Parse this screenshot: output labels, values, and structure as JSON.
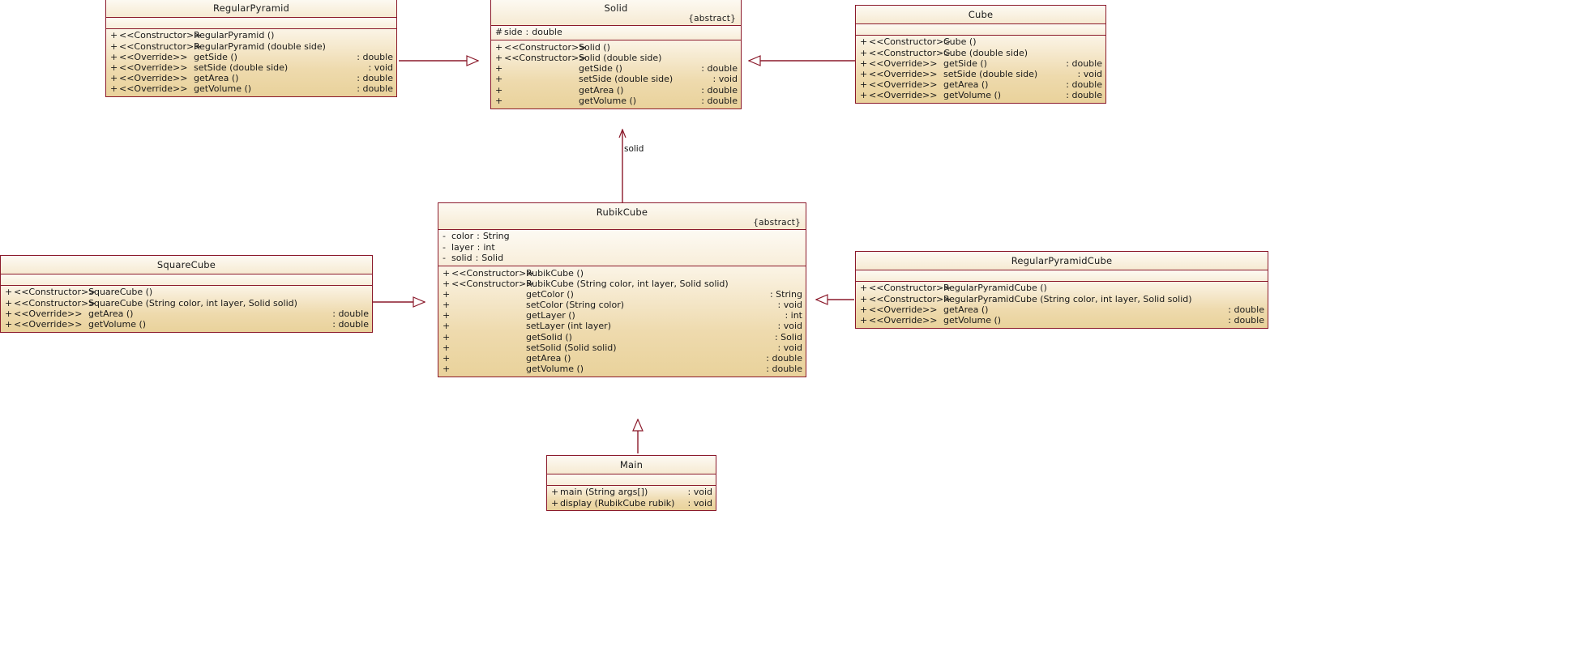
{
  "diagram": {
    "kind": "uml-class-diagram",
    "accent_border": "#8B1A2B",
    "fill_light": "#fdf8ee",
    "fill_dark": "#e9d29b",
    "abstract_marker": "{abstract}",
    "stereotype_constructor": "<<Constructor>>",
    "stereotype_override": "<<Override>>"
  },
  "classes": {
    "regular_pyramid": {
      "name": "RegularPyramid",
      "abstract_marker": "",
      "attributes": [],
      "operations": [
        {
          "vis": "+",
          "stereo": "<<Constructor>>",
          "sig": "RegularPyramid ()",
          "type": ""
        },
        {
          "vis": "+",
          "stereo": "<<Constructor>>",
          "sig": "RegularPyramid (double side)",
          "type": ""
        },
        {
          "vis": "+",
          "stereo": "<<Override>>",
          "sig": "getSide ()",
          "type": ": double"
        },
        {
          "vis": "+",
          "stereo": "<<Override>>",
          "sig": "setSide (double side)",
          "type": ": void"
        },
        {
          "vis": "+",
          "stereo": "<<Override>>",
          "sig": "getArea ()",
          "type": ": double"
        },
        {
          "vis": "+",
          "stereo": "<<Override>>",
          "sig": "getVolume ()",
          "type": ": double"
        }
      ]
    },
    "solid": {
      "name": "Solid",
      "abstract_marker": "{abstract}",
      "attributes": [
        {
          "vis": "#",
          "name": "side",
          "sep": ":",
          "type": "double"
        }
      ],
      "operations": [
        {
          "vis": "+",
          "stereo": "<<Constructor>>",
          "sig": "Solid ()",
          "type": ""
        },
        {
          "vis": "+",
          "stereo": "<<Constructor>>",
          "sig": "Solid (double side)",
          "type": ""
        },
        {
          "vis": "+",
          "stereo": "",
          "sig": "getSide ()",
          "type": ": double"
        },
        {
          "vis": "+",
          "stereo": "",
          "sig": "setSide (double side)",
          "type": ": void"
        },
        {
          "vis": "+",
          "stereo": "",
          "sig": "getArea ()",
          "type": ": double"
        },
        {
          "vis": "+",
          "stereo": "",
          "sig": "getVolume ()",
          "type": ": double"
        }
      ]
    },
    "cube": {
      "name": "Cube",
      "abstract_marker": "",
      "attributes": [],
      "operations": [
        {
          "vis": "+",
          "stereo": "<<Constructor>>",
          "sig": "Cube ()",
          "type": ""
        },
        {
          "vis": "+",
          "stereo": "<<Constructor>>",
          "sig": "Cube (double side)",
          "type": ""
        },
        {
          "vis": "+",
          "stereo": "<<Override>>",
          "sig": "getSide ()",
          "type": ": double"
        },
        {
          "vis": "+",
          "stereo": "<<Override>>",
          "sig": "setSide (double side)",
          "type": ": void"
        },
        {
          "vis": "+",
          "stereo": "<<Override>>",
          "sig": "getArea ()",
          "type": ": double"
        },
        {
          "vis": "+",
          "stereo": "<<Override>>",
          "sig": "getVolume ()",
          "type": ": double"
        }
      ]
    },
    "rubik_cube": {
      "name": "RubikCube",
      "abstract_marker": "{abstract}",
      "attributes": [
        {
          "vis": "-",
          "name": "color",
          "sep": ":",
          "type": "String"
        },
        {
          "vis": "-",
          "name": "layer",
          "sep": ":",
          "type": "int"
        },
        {
          "vis": "-",
          "name": "solid",
          "sep": ":",
          "type": "Solid"
        }
      ],
      "operations": [
        {
          "vis": "+",
          "stereo": "<<Constructor>>",
          "sig": "RubikCube ()",
          "type": ""
        },
        {
          "vis": "+",
          "stereo": "<<Constructor>>",
          "sig": "RubikCube (String color, int layer, Solid solid)",
          "type": ""
        },
        {
          "vis": "+",
          "stereo": "",
          "sig": "getColor ()",
          "type": ": String"
        },
        {
          "vis": "+",
          "stereo": "",
          "sig": "setColor (String color)",
          "type": ": void"
        },
        {
          "vis": "+",
          "stereo": "",
          "sig": "getLayer ()",
          "type": ": int"
        },
        {
          "vis": "+",
          "stereo": "",
          "sig": "setLayer (int layer)",
          "type": ": void"
        },
        {
          "vis": "+",
          "stereo": "",
          "sig": "getSolid ()",
          "type": ": Solid"
        },
        {
          "vis": "+",
          "stereo": "",
          "sig": "setSolid (Solid solid)",
          "type": ": void"
        },
        {
          "vis": "+",
          "stereo": "",
          "sig": "getArea ()",
          "type": ": double"
        },
        {
          "vis": "+",
          "stereo": "",
          "sig": "getVolume ()",
          "type": ": double"
        }
      ]
    },
    "square_cube": {
      "name": "SquareCube",
      "abstract_marker": "",
      "attributes": [],
      "operations": [
        {
          "vis": "+",
          "stereo": "<<Constructor>>",
          "sig": "SquareCube ()",
          "type": ""
        },
        {
          "vis": "+",
          "stereo": "<<Constructor>>",
          "sig": "SquareCube (String color, int layer, Solid solid)",
          "type": ""
        },
        {
          "vis": "+",
          "stereo": "<<Override>>",
          "sig": "getArea ()",
          "type": ": double"
        },
        {
          "vis": "+",
          "stereo": "<<Override>>",
          "sig": "getVolume ()",
          "type": ": double"
        }
      ]
    },
    "regular_pyramid_cube": {
      "name": "RegularPyramidCube",
      "abstract_marker": "",
      "attributes": [],
      "operations": [
        {
          "vis": "+",
          "stereo": "<<Constructor>>",
          "sig": "RegularPyramidCube ()",
          "type": ""
        },
        {
          "vis": "+",
          "stereo": "<<Constructor>>",
          "sig": "RegularPyramidCube (String color, int layer, Solid solid)",
          "type": ""
        },
        {
          "vis": "+",
          "stereo": "<<Override>>",
          "sig": "getArea ()",
          "type": ": double"
        },
        {
          "vis": "+",
          "stereo": "<<Override>>",
          "sig": "getVolume ()",
          "type": ": double"
        }
      ]
    },
    "main": {
      "name": "Main",
      "abstract_marker": "",
      "attributes": [],
      "operations": [
        {
          "vis": "+",
          "stereo": "",
          "sig": "main (String args[])",
          "type": ": void"
        },
        {
          "vis": "+",
          "stereo": "",
          "sig": "display (RubikCube rubik)",
          "type": ": void"
        }
      ]
    }
  },
  "relationships": {
    "association_solid_label": "solid"
  }
}
